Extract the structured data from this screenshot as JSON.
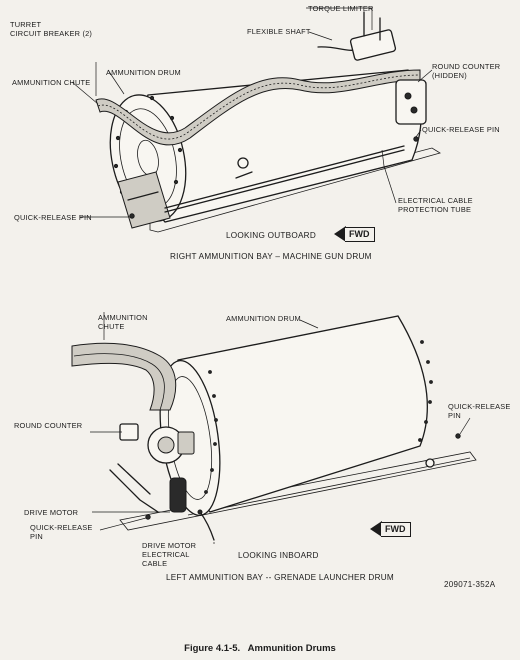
{
  "top_view": {
    "labels": {
      "turret_circuit_breaker": "TURRET\nCIRCUIT BREAKER (2)",
      "torque_limiter": "TORQUE LIMITER",
      "flexible_shaft": "FLEXIBLE SHAFT",
      "round_counter_hidden": "ROUND COUNTER\n(HIDDEN)",
      "ammunition_drum": "AMMUNITION DRUM",
      "ammunition_chute": "AMMUNITION CHUTE",
      "quick_release_pin_right": "QUICK-RELEASE PIN",
      "quick_release_pin_left": "QUICK-RELEASE PIN",
      "electrical_cable_protection_tube": "ELECTRICAL CABLE\nPROTECTION TUBE"
    },
    "view_note": "LOOKING OUTBOARD",
    "direction": "FWD",
    "caption": "RIGHT AMMUNITION BAY – MACHINE GUN DRUM"
  },
  "bottom_view": {
    "labels": {
      "ammunition_chute": "AMMUNITION\nCHUTE",
      "ammunition_drum": "AMMUNITION DRUM",
      "quick_release_pin_right": "QUICK-RELEASE\nPIN",
      "round_counter": "ROUND COUNTER",
      "drive_motor": "DRIVE MOTOR",
      "quick_release_pin_left": "QUICK-RELEASE\nPIN",
      "drive_motor_electrical_cable": "DRIVE MOTOR\nELECTRICAL\nCABLE"
    },
    "view_note": "LOOKING INBOARD",
    "direction": "FWD",
    "caption": "LEFT AMMUNITION BAY -- GRENADE LAUNCHER DRUM"
  },
  "drawing_number": "209071-352A",
  "figure_caption": "Figure 4.1-5.   Ammunition Drums",
  "colors": {
    "ink": "#1c1c1c",
    "paper": "#f3f1ec"
  }
}
